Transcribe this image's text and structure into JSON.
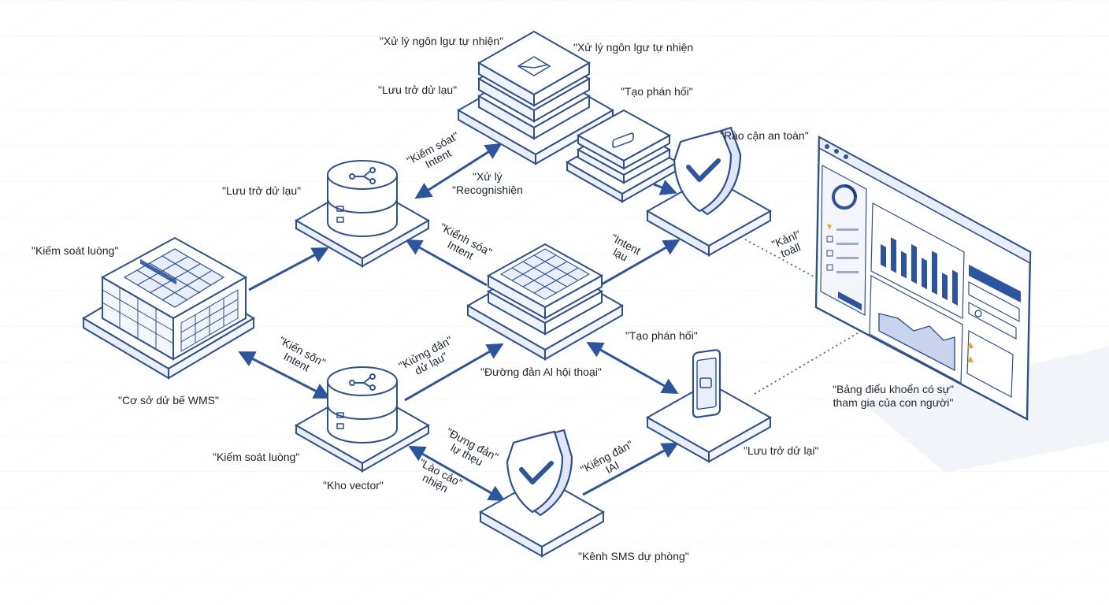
{
  "colors": {
    "accent": "#2b55a1",
    "stroke": "#2d4f96",
    "face": "#ffffff",
    "soft": "#e9eefb",
    "grid": "#e7ebf2"
  },
  "icons": {
    "database_icon": "database-icon",
    "server_icon": "server-stack-icon",
    "shield_icon": "shield-check-icon",
    "phone_icon": "mobile-phone-icon",
    "dashboard_icon": "dashboard-window-icon"
  },
  "labels": {
    "nlp_top_left": "\"Xử lý ngôn lgư tự nhiện\"",
    "nlp_top_right": "\"Xử lý ngôn lgư tự nhiện",
    "storage_top": "\"Lưu trở dử lạu\"",
    "response_top": "\"Tạo phán hối\"",
    "guardrail": "\"Rào cận an toàn\"",
    "storage_left": "\"Lưu trở dử lạu\"",
    "flow_control_left": "\"Kiếm soát luòng\"",
    "wms_db": "\"Cơ sở dử bế WMS\"",
    "flow_control_bottom": "\"Kiếm soát luòng\"",
    "vector_store": "\"Kho vector\"",
    "ai_pipeline": "\"Đường đản Al hội thoại\"",
    "response_right": "\"Tạo phán hối\"",
    "storage_right": "\"Lưu trở dử lại\"",
    "sms_fallback": "\"Kênh SMS dự phòng\"",
    "dashboard_line1": "\"Bảng điểu khoển có sự\"",
    "dashboard_line2": "tham gia của con người\""
  },
  "edge_labels": {
    "intent_control_top_1": "\"Kiếm sóat\"",
    "intent_control_top_2": "Intent",
    "process_recog_1": "\"Xử lý",
    "process_recog_2": "\"Recognishiện",
    "intent_control_mid_1": "\"Kiểnh sóa\"",
    "intent_control_mid_2": "Intent",
    "intent_again_1": "\"Intent",
    "intent_again_2": "lạu",
    "kan_toall_1": "\"Kảnl\"",
    "kan_toall_2": "toàll",
    "intent_left_1": "\"Kiến sõn\"",
    "intent_left_2": "Intent",
    "path_data_1": "\"Kiửng đản\"",
    "path_data_2": "dử lạu\"",
    "path_auto_1": "\"Đưng đản\"",
    "path_auto_2": "lự thẹu",
    "lao_cao_1": "\"Lào cảo\"",
    "lao_cao_2": "nhiện",
    "kieng_dan_1": "\"Kiếng đản\"",
    "kieng_dan_2": "IAI"
  },
  "chart_data": {
    "type": "bar",
    "title": "",
    "categories": [
      "",
      "",
      "",
      "",
      "",
      "",
      "",
      ""
    ],
    "values": [
      5,
      8,
      6,
      9,
      7,
      10,
      6,
      8
    ],
    "ylim": [
      0,
      10
    ]
  }
}
